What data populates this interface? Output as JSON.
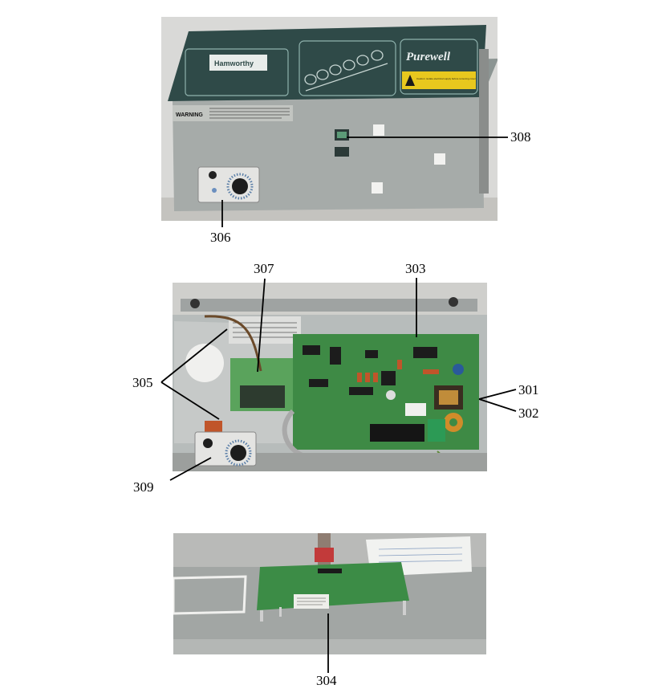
{
  "photos": [
    {
      "name": "front-panel-photo",
      "panel_texts": {
        "brand": "Hamworthy",
        "product": "Purewell",
        "warning_heading": "WARNING",
        "warning_notice": "Caution: isolate electrical supply before removing cover"
      }
    },
    {
      "name": "control-board-photo"
    },
    {
      "name": "display-board-photo"
    }
  ],
  "callouts": [
    "308",
    "306",
    "307",
    "303",
    "305",
    "301",
    "302",
    "309",
    "304"
  ],
  "colors": {
    "panel_dark": "#2f4a48",
    "panel_grey": "#a4aaa8",
    "pcb_green": "#3e8a45",
    "warning_yellow": "#e8c81e",
    "background": "#ffffff"
  }
}
